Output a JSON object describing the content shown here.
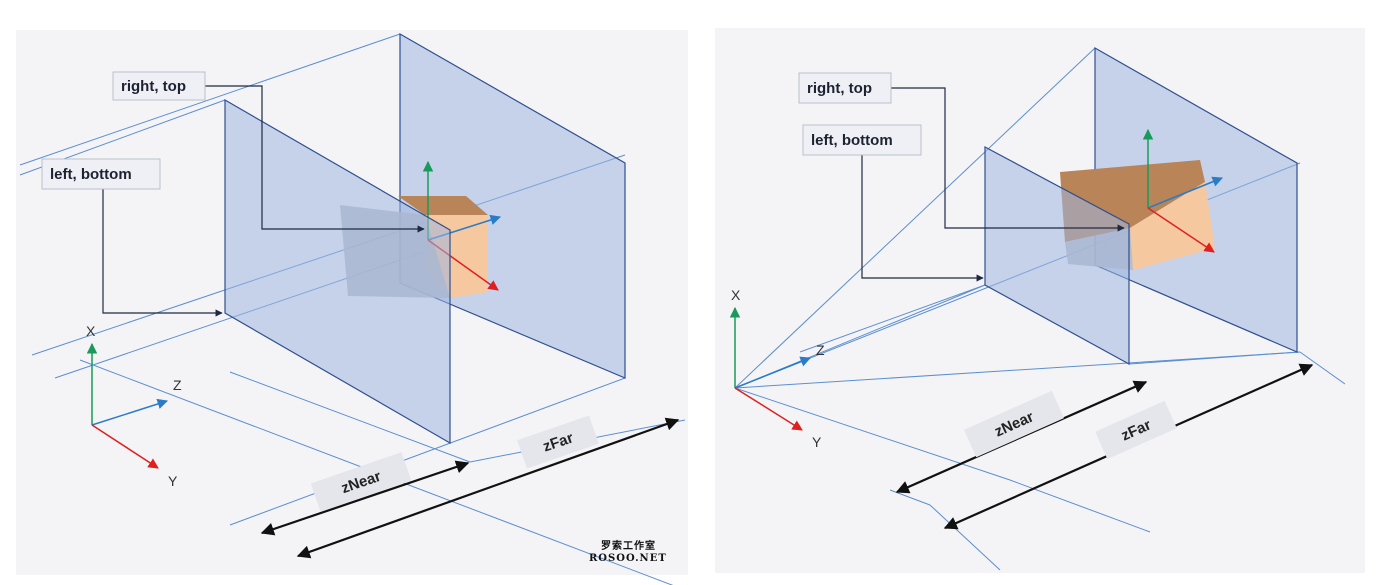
{
  "left_diagram": {
    "labels": {
      "right_top": "right, top",
      "left_bottom": "left, bottom"
    },
    "axes": {
      "x": "X",
      "y": "Y",
      "z": "Z"
    },
    "dimensions": {
      "near": "zNear",
      "far": "zFar"
    },
    "watermark": {
      "line1": "罗索工作室",
      "line2": "ROSOO.NET"
    }
  },
  "right_diagram": {
    "labels": {
      "right_top": "right, top",
      "left_bottom": "left, bottom"
    },
    "axes": {
      "x": "X",
      "y": "Y",
      "z": "Z"
    },
    "dimensions": {
      "near": "zNear",
      "far": "zFar"
    }
  },
  "colors": {
    "axis_x": "#1a9a5a",
    "axis_y": "#e02020",
    "axis_z": "#2a7cc7",
    "plane": "#9fb7e0",
    "cube_light": "#f6c8a0",
    "cube_dark": "#b88458",
    "cube_ghost": "#b7b9c0"
  }
}
